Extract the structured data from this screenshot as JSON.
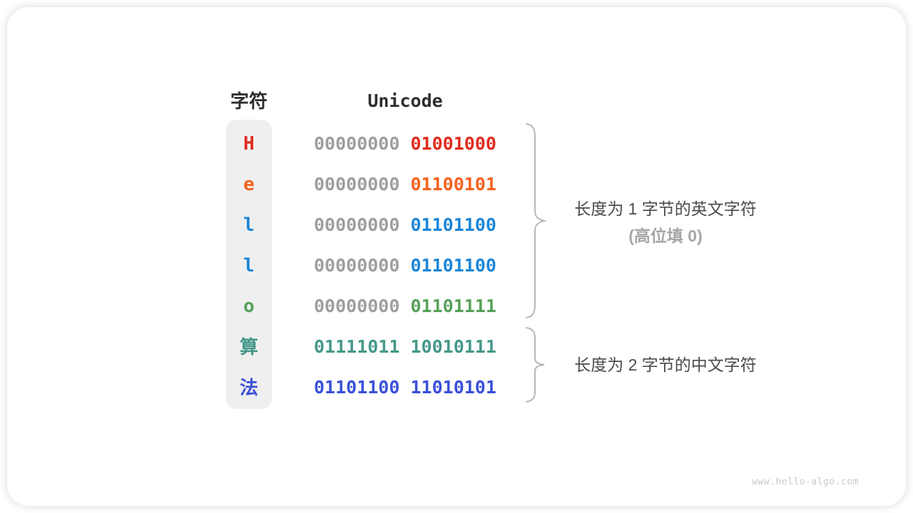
{
  "table": {
    "char_header": "字符",
    "unicode_header": "Unicode",
    "gray_color": "#9e9e9e",
    "rows": [
      {
        "char": "H",
        "byte1": "00000000",
        "byte2": "01001000",
        "color": "#e02b1d",
        "byte1_gray": true
      },
      {
        "char": "e",
        "byte1": "00000000",
        "byte2": "01100101",
        "color": "#f4611e",
        "byte1_gray": true
      },
      {
        "char": "l",
        "byte1": "00000000",
        "byte2": "01101100",
        "color": "#1c86d8",
        "byte1_gray": true
      },
      {
        "char": "l",
        "byte1": "00000000",
        "byte2": "01101100",
        "color": "#1c86d8",
        "byte1_gray": true
      },
      {
        "char": "o",
        "byte1": "00000000",
        "byte2": "01101111",
        "color": "#56a15a",
        "byte1_gray": true
      },
      {
        "char": "算",
        "byte1": "01111011",
        "byte2": "10010111",
        "color": "#459889",
        "byte1_gray": false
      },
      {
        "char": "法",
        "byte1": "01101100",
        "byte2": "11010101",
        "color": "#3a50d9",
        "byte1_gray": false
      }
    ]
  },
  "annotations": {
    "group1_line1": "长度为 1 字节的英文字符",
    "group1_line2": "(高位填 0)",
    "group2_line1": "长度为 2 字节的中文字符"
  },
  "watermark": "www.hello-algo.com",
  "colors": {
    "header_text": "#2e2e2e",
    "gray_bits": "#9e9e9e",
    "char_column_bg": "#efefef",
    "brace": "#b8b8b8",
    "annotation_text": "#4b4b4b",
    "annotation_sub_text": "#a6a6a6",
    "watermark_text": "#c9c9c9"
  }
}
